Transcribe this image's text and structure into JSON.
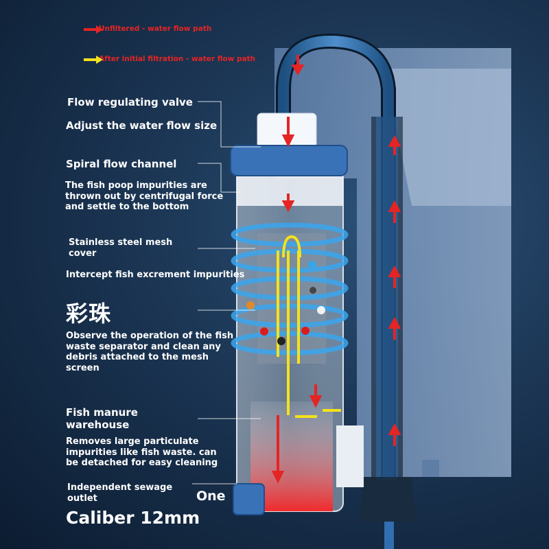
{
  "legend": [
    {
      "text": "Unfiltered - water flow path",
      "color": "#e52424"
    },
    {
      "text": "After initial filtration - water flow path",
      "color": "#f5e21b"
    }
  ],
  "labels": {
    "flow_valve": "Flow regulating valve",
    "adjust_flow": "Adjust the water flow size",
    "spiral_channel": "Spiral flow channel",
    "spiral_desc": "The fish poop impurities are thrown out by centrifugal force and settle to the bottom",
    "mesh_cover": "Stainless steel mesh cover",
    "intercept": "Intercept fish excrement impurities",
    "chinese": "彩珠",
    "observe": "Observe the operation of the fish waste separator and clean any debris attached to the mesh screen",
    "warehouse": "Fish manure warehouse",
    "removes": "Removes large particulate impurities like fish waste. can be detached for easy cleaning",
    "sewage": "Independent sewage outlet",
    "one": "One",
    "caliber": "Caliber 12mm"
  }
}
